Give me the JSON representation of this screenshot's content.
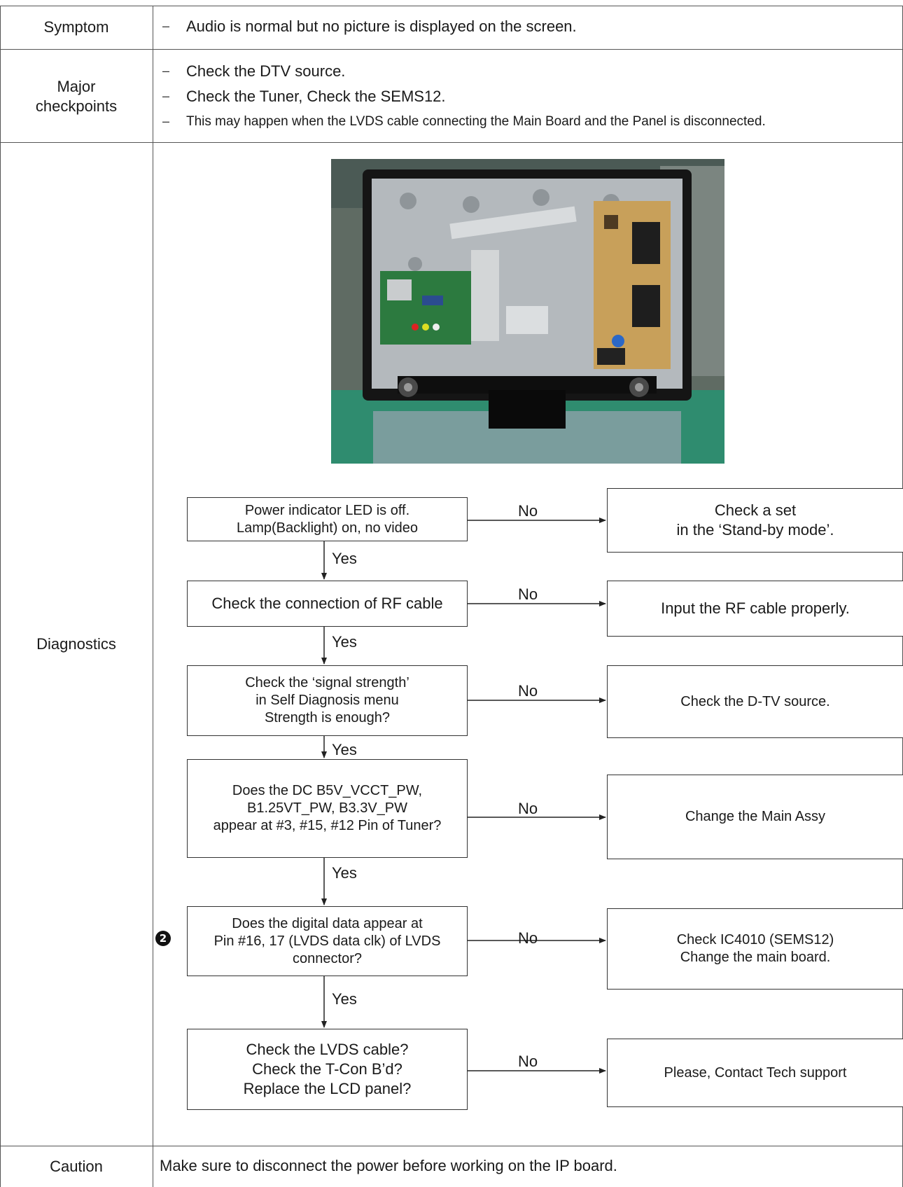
{
  "table": {
    "symptom_label": "Symptom",
    "symptom_text": "Audio is normal but no picture is displayed on the screen.",
    "checkpoints_label": "Major\ncheckpoints",
    "checkpoints": [
      "Check the DTV source.",
      "Check the Tuner, Check the SEMS12.",
      "This may happen when the LVDS cable connecting the Main Board and the Panel is disconnected."
    ],
    "dash_char": "–",
    "diagnostics_label": "Diagnostics",
    "caution_label": "Caution",
    "caution_text": "Make sure to disconnect the power before working on the IP board."
  },
  "photo": {
    "icon": "tv-rear-panel-photo"
  },
  "flowchart": {
    "yes_label": "Yes",
    "no_label": "No",
    "step_marker": "2",
    "steps": [
      {
        "question": "Power indicator LED is off.\nLamp(Backlight) on, no video",
        "action": "Check a set\nin the ‘Stand-by mode’."
      },
      {
        "question": "Check the connection of RF cable",
        "action": "Input the RF cable properly."
      },
      {
        "question": "Check the ‘signal strength’\nin Self Diagnosis menu\nStrength is enough?",
        "action": "Check the D-TV source."
      },
      {
        "question": "Does the DC B5V_VCCT_PW,\nB1.25VT_PW, B3.3V_PW\nappear at #3, #15, #12 Pin of Tuner?",
        "action": "Change the Main Assy"
      },
      {
        "question": "Does the digital data appear at\nPin #16, 17 (LVDS data clk) of LVDS\nconnector?",
        "action": "Check IC4010 (SEMS12)\nChange the main board."
      },
      {
        "question": "Check the LVDS cable?\nCheck the T-Con B’d?\nReplace the LCD panel?",
        "action": "Please, Contact Tech support"
      }
    ]
  }
}
